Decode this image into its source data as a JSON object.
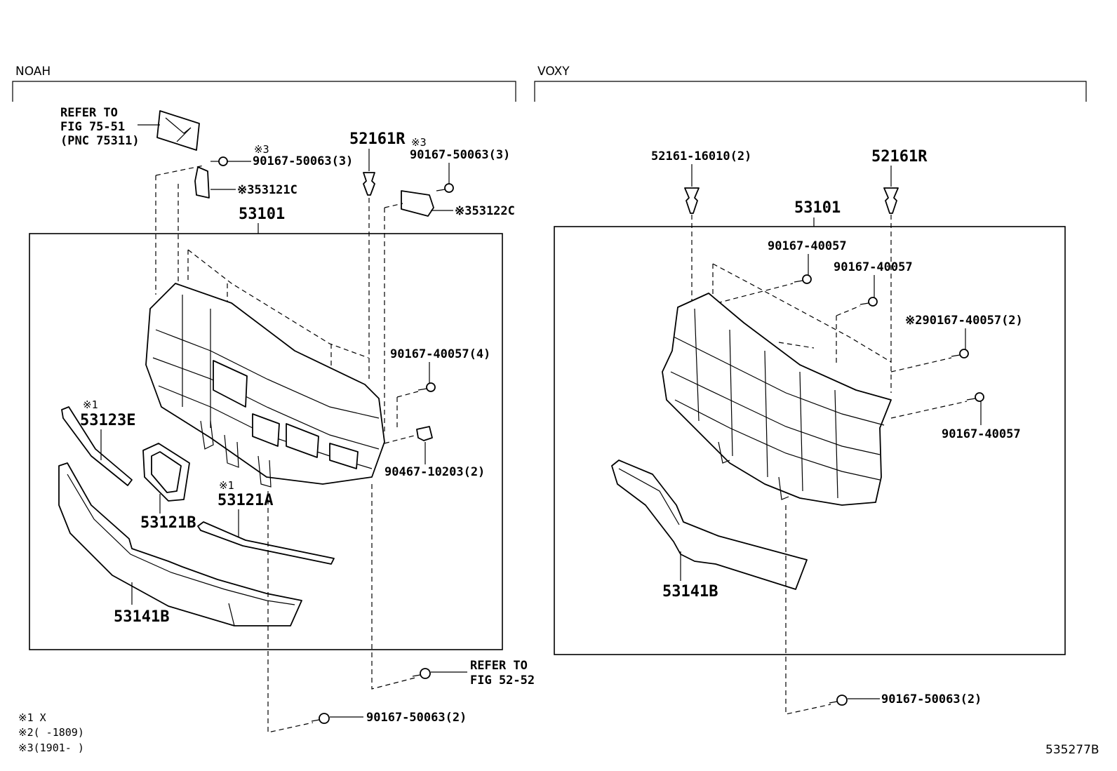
{
  "sections": {
    "noah": {
      "title": "NOAH"
    },
    "voxy": {
      "title": "VOXY"
    }
  },
  "noah_labels": {
    "refer_emblem_l1": "REFER TO",
    "refer_emblem_l2": "FIG 75-51",
    "refer_emblem_l3": "(PNC 75311)",
    "screw_top_mark": "※3",
    "screw_top": "90167-50063(3)",
    "bracket_c": "※353121C",
    "grille": "53101",
    "clip": "52161R",
    "screw_right_mark": "※3",
    "screw_right": "90167-50063(3)",
    "bracket_right": "※353122C",
    "screw_4057_4": "90167-40057(4)",
    "clip_10203": "90467-10203(2)",
    "molding_e_mark": "※1",
    "molding_e": "53123E",
    "insert_b": "53121B",
    "molding_a_mark": "※1",
    "molding_a": "53121A",
    "lower_grille": "53141B",
    "refer_bottom_l1": "REFER TO",
    "refer_bottom_l2": "FIG 52-52",
    "screw_bottom": "90167-50063(2)"
  },
  "voxy_labels": {
    "clip_16010": "52161-16010(2)",
    "clip": "52161R",
    "grille": "53101",
    "screw_a": "90167-40057",
    "screw_b": "90167-40057",
    "screw_c": "※290167-40057(2)",
    "screw_d": "90167-40057",
    "lower_grille": "53141B",
    "screw_bottom": "90167-50063(2)"
  },
  "footnotes": {
    "n1": "※1 X",
    "n2": "※2(      -1809)",
    "n3": "※3(1901-      )"
  },
  "diagram_id": "535277B"
}
